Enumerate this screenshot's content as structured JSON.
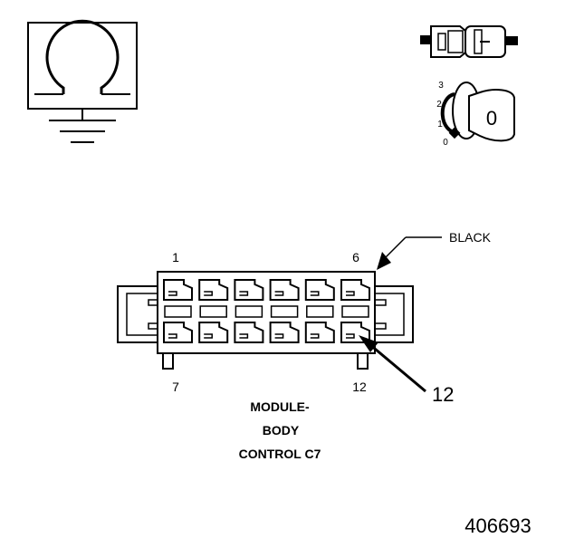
{
  "ground_symbol": {
    "icon": "ground-omega-icon"
  },
  "ignition_key": {
    "icon": "ignition-key-icon",
    "positions": [
      "3",
      "2",
      "1",
      "0"
    ],
    "key_mark": "0"
  },
  "connector": {
    "color_label": "BLACK",
    "pin_top_left": "1",
    "pin_top_right": "6",
    "pin_bottom_left": "7",
    "pin_bottom_right": "12",
    "callout": "12",
    "name_lines": [
      "MODULE-",
      "BODY",
      "CONTROL C7"
    ],
    "rows": 2,
    "columns": 6
  },
  "figure_number": "406693"
}
